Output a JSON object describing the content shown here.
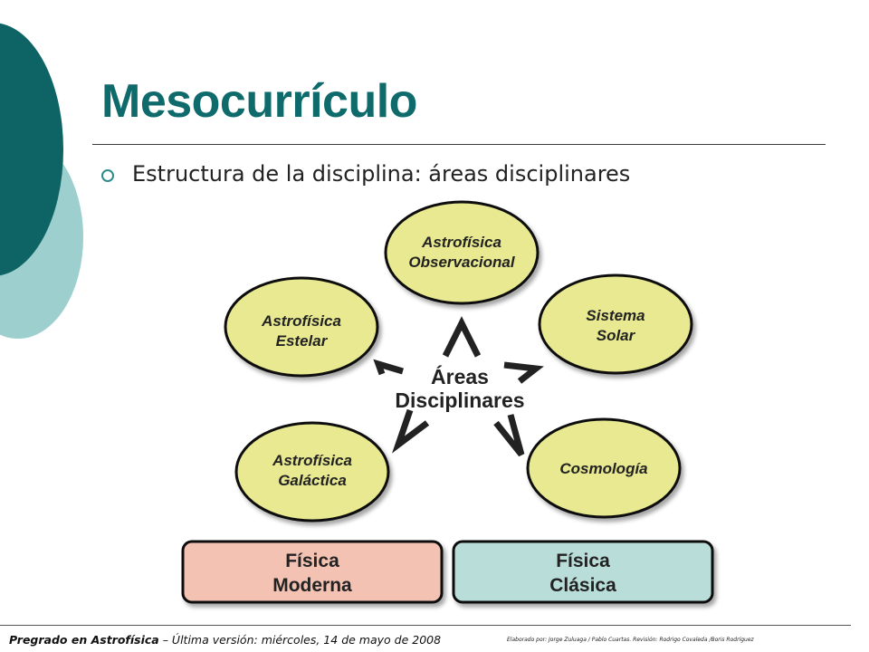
{
  "slide": {
    "title": "Mesocurrículo",
    "bullet": "Estructura de la disciplina: áreas disciplinares"
  },
  "diagram": {
    "center": [
      "Áreas",
      "Disciplinares"
    ],
    "areas": [
      {
        "id": "observacional",
        "lines": [
          "Astrofísica",
          "Observacional"
        ]
      },
      {
        "id": "solar",
        "lines": [
          "Sistema",
          "Solar"
        ]
      },
      {
        "id": "cosmologia",
        "lines": [
          "Cosmología"
        ]
      },
      {
        "id": "galactica",
        "lines": [
          "Astrofísica",
          "Galáctica"
        ]
      },
      {
        "id": "estelar",
        "lines": [
          "Astrofísica",
          "Estelar"
        ]
      }
    ],
    "foundations": [
      {
        "id": "moderna",
        "lines": [
          "Física",
          "Moderna"
        ]
      },
      {
        "id": "clasica",
        "lines": [
          "Física",
          "Clásica"
        ]
      }
    ]
  },
  "footer": {
    "program": "Pregrado en Astrofísica",
    "version": " – Última versión: miércoles, 14 de mayo de 2008",
    "credit": "Elaborado por: Jorge Zuluaga / Pablo Cuartas. Revisión: Rodrigo Covaleda /Boris Rodríguez"
  },
  "colors": {
    "title": "#0f6b6b",
    "deco_dark": "#0e6464",
    "deco_light": "#9ecfcf",
    "ellipse_fill": "#e8e990",
    "moderna_fill": "#f4c2b2",
    "clasica_fill": "#b9ddd8"
  }
}
